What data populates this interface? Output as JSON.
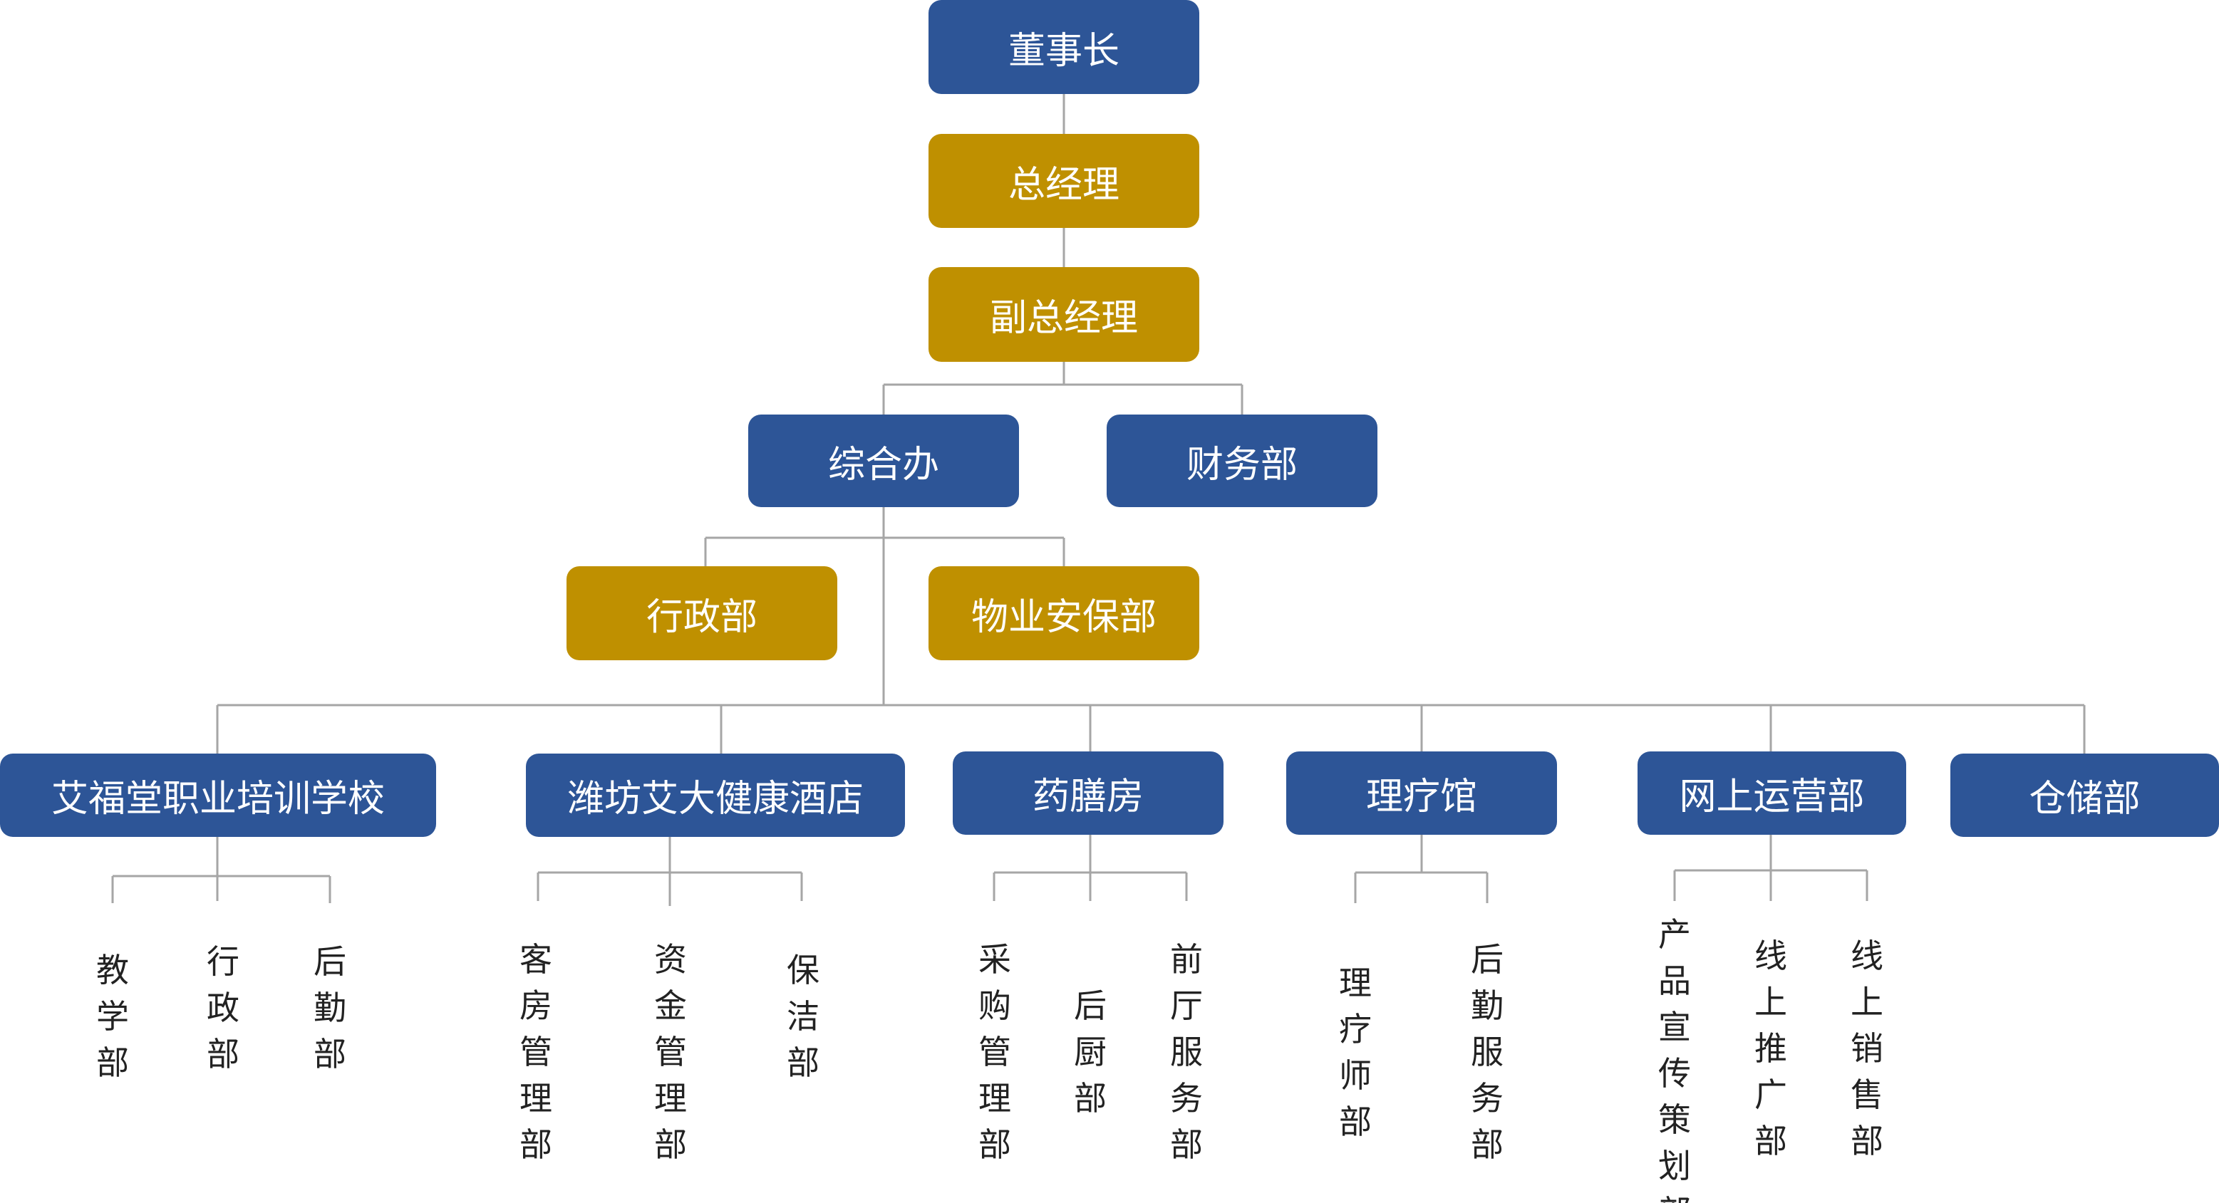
{
  "nodes": {
    "chairman": "董事长",
    "gm": "总经理",
    "dgm": "副总经理",
    "general_office": "综合办",
    "finance": "财务部",
    "admin": "行政部",
    "property_security": "物业安保部",
    "school": "艾福堂职业培训学校",
    "hotel": "潍坊艾大健康酒店",
    "herbal_kitchen": "药膳房",
    "therapy": "理疗馆",
    "online": "网上运营部",
    "warehouse": "仓储部"
  },
  "sub_departments": {
    "school": [
      "教学部",
      "行政部",
      "后勤部"
    ],
    "hotel": [
      "客房管理部",
      "资金管理部",
      "保洁部"
    ],
    "herbal_kitchen": [
      "采购管理部",
      "后厨部",
      "前厅服务部"
    ],
    "therapy": [
      "理疗师部",
      "后勤服务部"
    ],
    "online": [
      "产品宣传策划部",
      "线上推广部",
      "线上销售部"
    ]
  },
  "colors": {
    "blue": "#2d5597",
    "gold": "#bf9000",
    "connector": "#a6a6a6"
  }
}
